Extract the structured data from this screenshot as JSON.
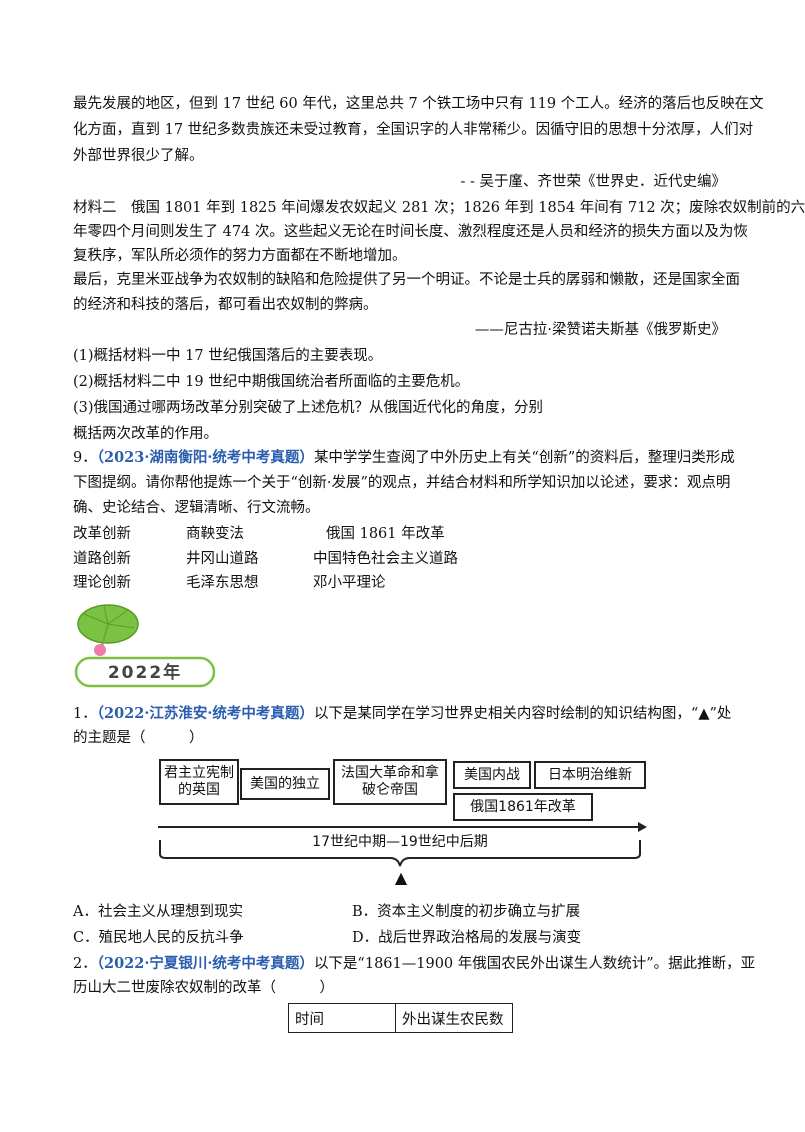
{
  "material1": {
    "lines": [
      "最先发展的地区，但到 17 世纪 60 年代，这里总共 7 个铁工场中只有 119 个工人。经济的落后也反映在文",
      "化方面，直到 17 世纪多数贵族还未受过教育，全国识字的人非常稀少。因循守旧的思想十分浓厚，人们对",
      "外部世界很少了解。"
    ],
    "source": "- - 吴于廑、齐世荣《世界史．近代史编》"
  },
  "material2": {
    "lines": [
      "材料二　俄国 1801 年到 1825 年间爆发农奴起义 281 次；1826 年到 1854 年间有 712 次；废除农奴制前的六",
      "年零四个月间则发生了 474 次。这些起义无论在时间长度、激烈程度还是人员和经济的损失方面以及为恢",
      "复秩序，军队所必须作的努力方面都在不断地增加。",
      "最后，克里米亚战争为农奴制的缺陷和危险提供了另一个明证。不论是士兵的孱弱和懒散，还是国家全面",
      "的经济和科技的落后，都可看出农奴制的弊病。"
    ],
    "source": "——尼古拉·梁赞诺夫斯基《俄罗斯史》"
  },
  "questions": [
    "(1)概括材料一中 17 世纪俄国落后的主要表现。",
    "(2)概括材料二中 19 世纪中期俄国统治者所面临的主要危机。",
    "(3)俄国通过哪两场改革分别突破了上述危机？从俄国近代化的角度，分别",
    "概括两次改革的作用。"
  ],
  "q9": {
    "number": "9．",
    "tag": "（2023·湖南衡阳·统考中考真题）",
    "line1_rest": "某中学学生查阅了中外历史上有关“创新”的资料后，整理归类形成",
    "line2": "下图提纲。请你帮他提炼一个关于“创新·发展”的观点，并结合材料和所学知识加以论述，要求：观点明",
    "line3": "确、史论结合、逻辑清晰、行文流畅。",
    "rows": [
      [
        "改革创新",
        "商鞅变法",
        "俄国 1861 年改革"
      ],
      [
        "道路创新",
        "井冈山道路",
        "中国特色社会主义道路"
      ],
      [
        "理论创新",
        "毛泽东思想",
        "邓小平理论"
      ]
    ]
  },
  "year_badge": "2022年",
  "q1": {
    "number": "1．",
    "tag": "（2022·江苏淮安·统考中考真题）",
    "line1_rest": "以下是某同学在学习世界史相关内容时绘制的知识结构图，“▲”处",
    "line2": "的主题是（　　　）",
    "diagram": {
      "boxes": [
        "君主立宪制的英国",
        "美国的独立",
        "法国大革命和拿破仑帝国",
        "美国内战",
        "日本明治维新",
        "俄国1861年改革"
      ],
      "period": "17世纪中期—19世纪中后期",
      "marker": "▲"
    },
    "options": [
      "A．社会主义从理想到现实",
      "B．资本主义制度的初步确立与扩展",
      "C．殖民地人民的反抗斗争",
      "D．战后世界政治格局的发展与演变"
    ]
  },
  "q2": {
    "number": "2．",
    "tag": "（2022·宁夏银川·统考中考真题）",
    "line1_rest": "以下是“1861—1900 年俄国农民外出谋生人数统计”。据此推断，亚",
    "line2": "历山大二世废除农奴制的改革（　　　）",
    "table_headers": [
      "时间",
      "外出谋生农民数"
    ]
  },
  "colors": {
    "tag": "#2a5db0",
    "leaf": "#7cc242",
    "badge_border": "#7cc242"
  }
}
